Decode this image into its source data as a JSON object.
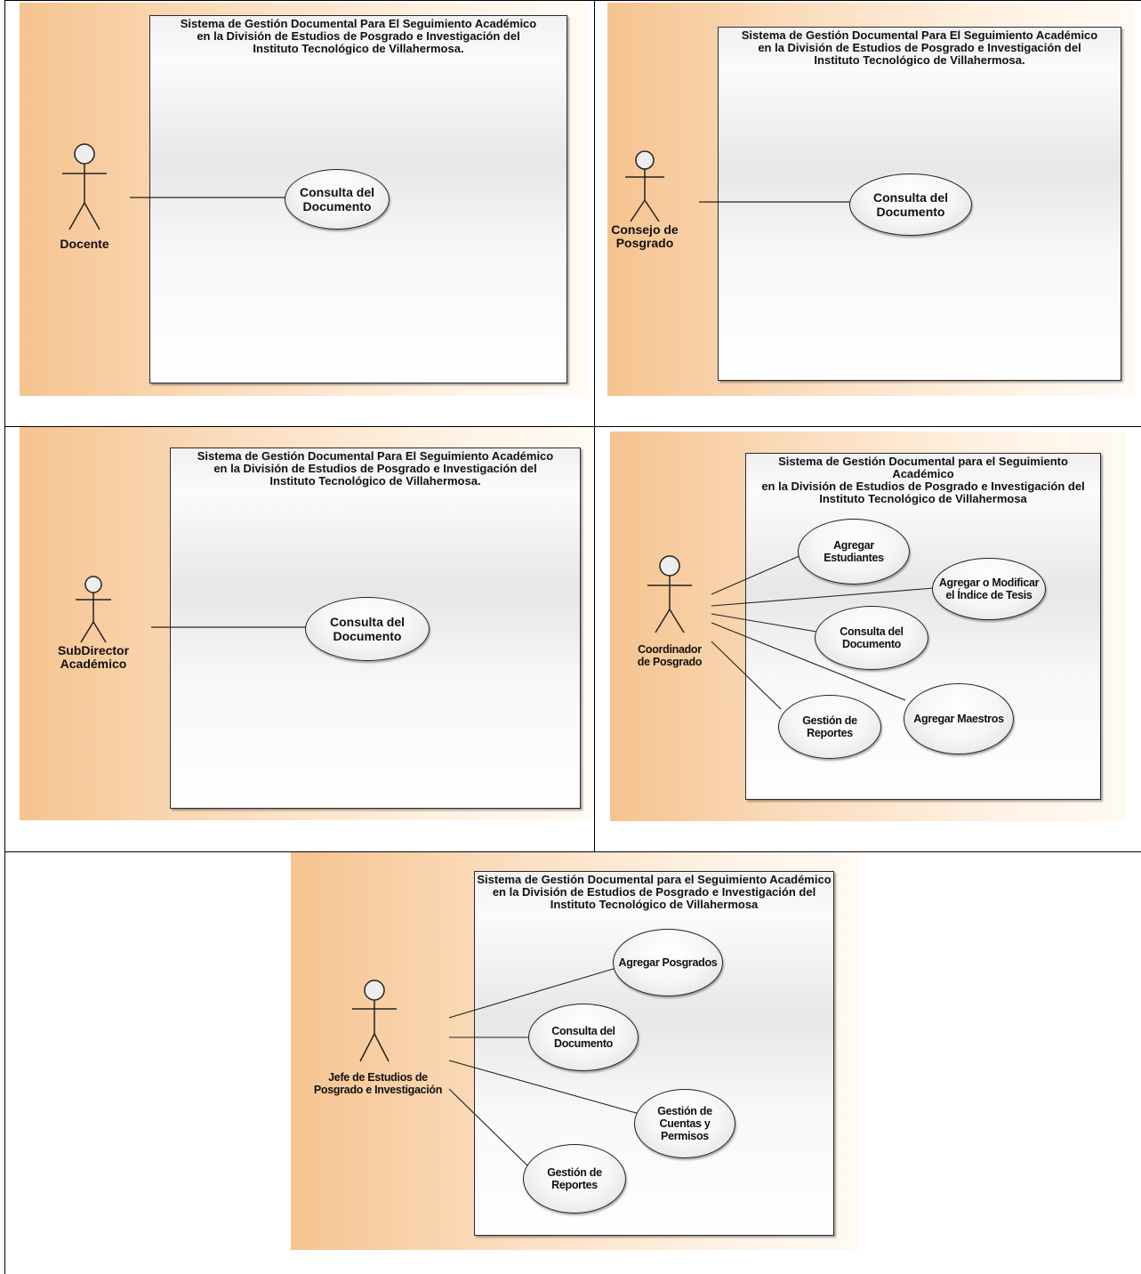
{
  "diagrams": [
    {
      "system_title": "Sistema de Gestión Documental Para El Seguimiento Académico\nen la División de Estudios de Posgrado e Investigación del\nInstituto Tecnológico de Villahermosa.",
      "actor": "Docente",
      "use_cases": [
        "Consulta del\nDocumento"
      ]
    },
    {
      "system_title": "Sistema de Gestión Documental Para El Seguimiento Académico\nen la División de Estudios de Posgrado e Investigación del\nInstituto Tecnológico de Villahermosa.",
      "actor": "Consejo de\nPosgrado",
      "use_cases": [
        "Consulta del\nDocumento"
      ]
    },
    {
      "system_title": "Sistema de Gestión Documental Para El Seguimiento Académico\nen la División de Estudios de Posgrado e Investigación del\nInstituto Tecnológico de Villahermosa.",
      "actor": "SubDirector\nAcadémico",
      "use_cases": [
        "Consulta del\nDocumento"
      ]
    },
    {
      "system_title": "Sistema de Gestión Documental para el Seguimiento Académico\nen la División de Estudios de Posgrado e Investigación del\nInstituto Tecnológico de Villahermosa",
      "actor": "Coordinador\nde Posgrado",
      "use_cases": [
        "Agregar\nEstudiantes",
        "Agregar o Modificar\nel Índice de Tesis",
        "Consulta del\nDocumento",
        "Agregar Maestros",
        "Gestión de\nReportes"
      ]
    },
    {
      "system_title": "Sistema de Gestión Documental para el Seguimiento Académico\nen la División de Estudios de Posgrado e Investigación del\nInstituto Tecnológico de Villahermosa",
      "actor": "Jefe de Estudios de\nPosgrado e Investigación",
      "use_cases": [
        "Agregar Posgrados",
        "Consulta del\nDocumento",
        "Gestión de\nCuentas y\nPermisos",
        "Gestión de\nReportes"
      ]
    }
  ]
}
